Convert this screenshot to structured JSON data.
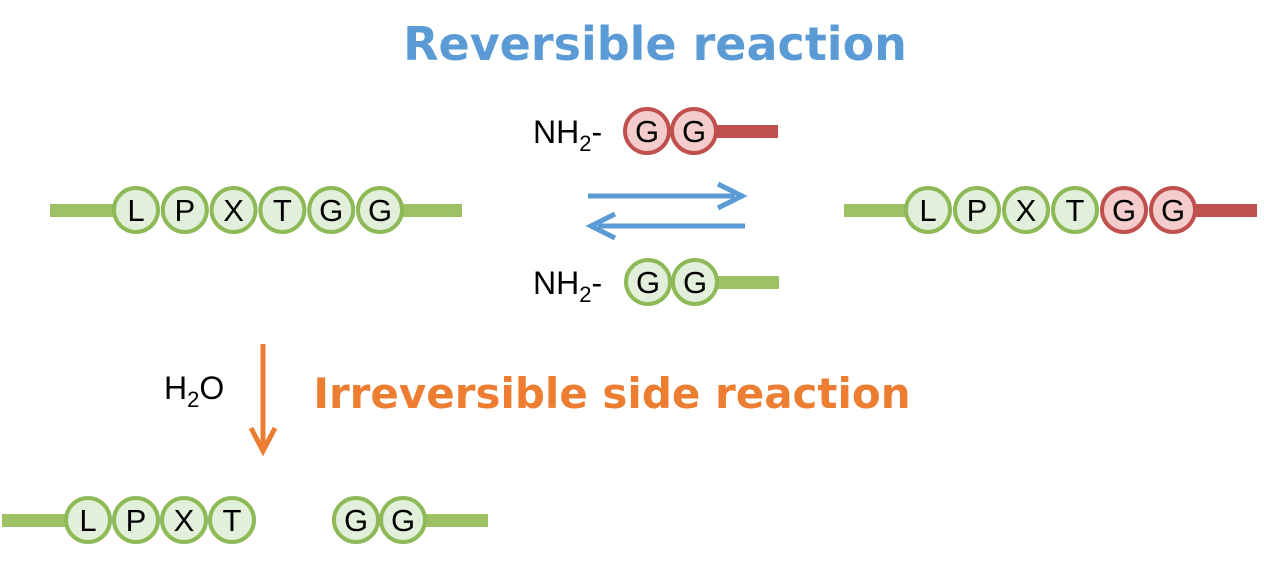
{
  "titles": {
    "reversible": "Reversible reaction",
    "irreversible": "Irreversible side reaction"
  },
  "colors": {
    "reversible_title": "#5b9bd5",
    "irreversible_title": "#ed7d31",
    "green_backbone": "#9dc163",
    "green_fill": "#e2efda",
    "green_stroke": "#8db956",
    "red_backbone": "#c0504d",
    "red_fill": "#f4cccc",
    "red_stroke": "#c0504d",
    "arrow_blue": "#5b9bd5",
    "arrow_orange": "#ed7d31"
  },
  "labels": {
    "nh2_top": {
      "base": "NH",
      "sub": "2",
      "dash": "-"
    },
    "nh2_bottom": {
      "base": "NH",
      "sub": "2",
      "dash": "-"
    },
    "water": {
      "h": "H",
      "sub": "2",
      "o": "O"
    }
  },
  "peptides": {
    "substrate": [
      "L",
      "P",
      "X",
      "T",
      "G",
      "G"
    ],
    "nucleophile_top": [
      "G",
      "G"
    ],
    "nucleophile_bottom": [
      "G",
      "G"
    ],
    "product": [
      "L",
      "P",
      "X",
      "T",
      "G",
      "G"
    ],
    "hydrolysis_left": [
      "L",
      "P",
      "X",
      "T"
    ],
    "hydrolysis_right": [
      "G",
      "G"
    ]
  },
  "icons": {
    "forward": "arrow-right-icon",
    "reverse": "arrow-left-icon",
    "hydrolysis": "arrow-down-icon"
  }
}
